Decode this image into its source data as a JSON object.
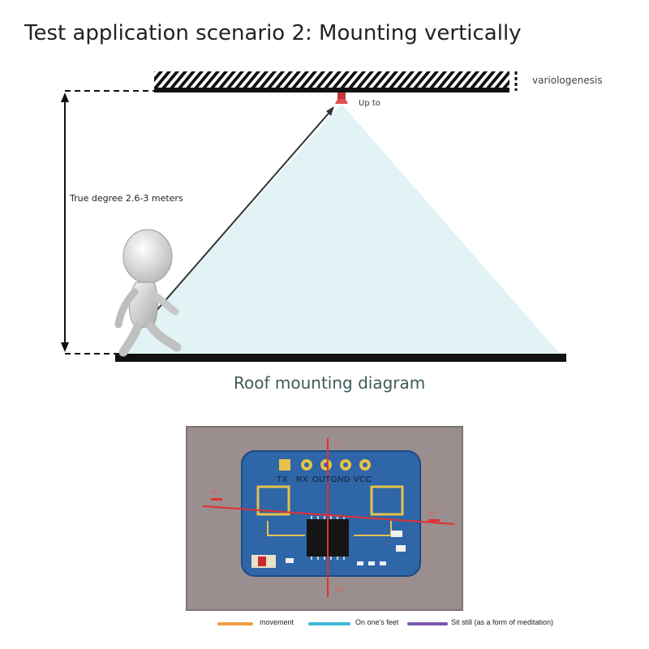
{
  "title": "Test application scenario 2: Mounting vertically",
  "labels": {
    "ceiling": "variologenesis",
    "sensor": "Up to",
    "height": "True degree 2.6-3 meters",
    "caption": "Roof mounting diagram"
  },
  "board": {
    "pins": [
      "TX",
      "RX",
      "OUT",
      "GND",
      "VCC"
    ],
    "angles": {
      "top": "0°",
      "left": "90°",
      "right": "90°",
      "bottom": "180°"
    }
  },
  "legend": [
    {
      "label": "movement",
      "color": "#f0a040"
    },
    {
      "label": "On one's feet",
      "color": "#40b8d8"
    },
    {
      "label": "Sit still (as a form of meditation)",
      "color": "#7a58b0"
    }
  ],
  "colors": {
    "cone": "#e2f3f6",
    "board_blue": "#2e66a8",
    "backdrop": "#9a8e8e",
    "crosshair": "#e23030"
  }
}
